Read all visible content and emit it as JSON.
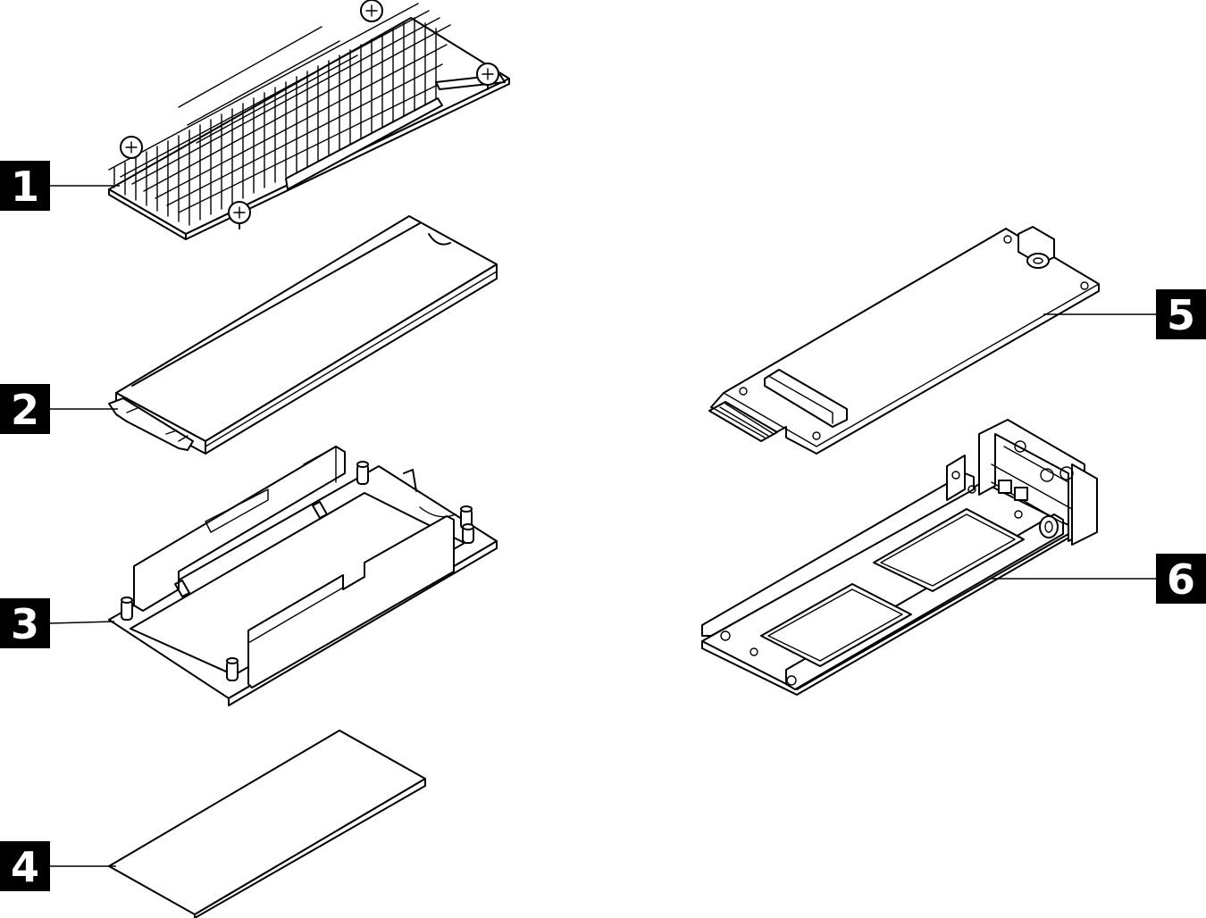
{
  "callouts": [
    {
      "id": "1",
      "label": "1",
      "part": "heatsink"
    },
    {
      "id": "2",
      "label": "2",
      "part": "m2-drive"
    },
    {
      "id": "3",
      "label": "3",
      "part": "drive-tray"
    },
    {
      "id": "4",
      "label": "4",
      "part": "thermal-pad"
    },
    {
      "id": "5",
      "label": "5",
      "part": "adapter-board"
    },
    {
      "id": "6",
      "label": "6",
      "part": "drive-carrier"
    }
  ],
  "colors": {
    "ink": "#000000",
    "paper": "#ffffff"
  }
}
